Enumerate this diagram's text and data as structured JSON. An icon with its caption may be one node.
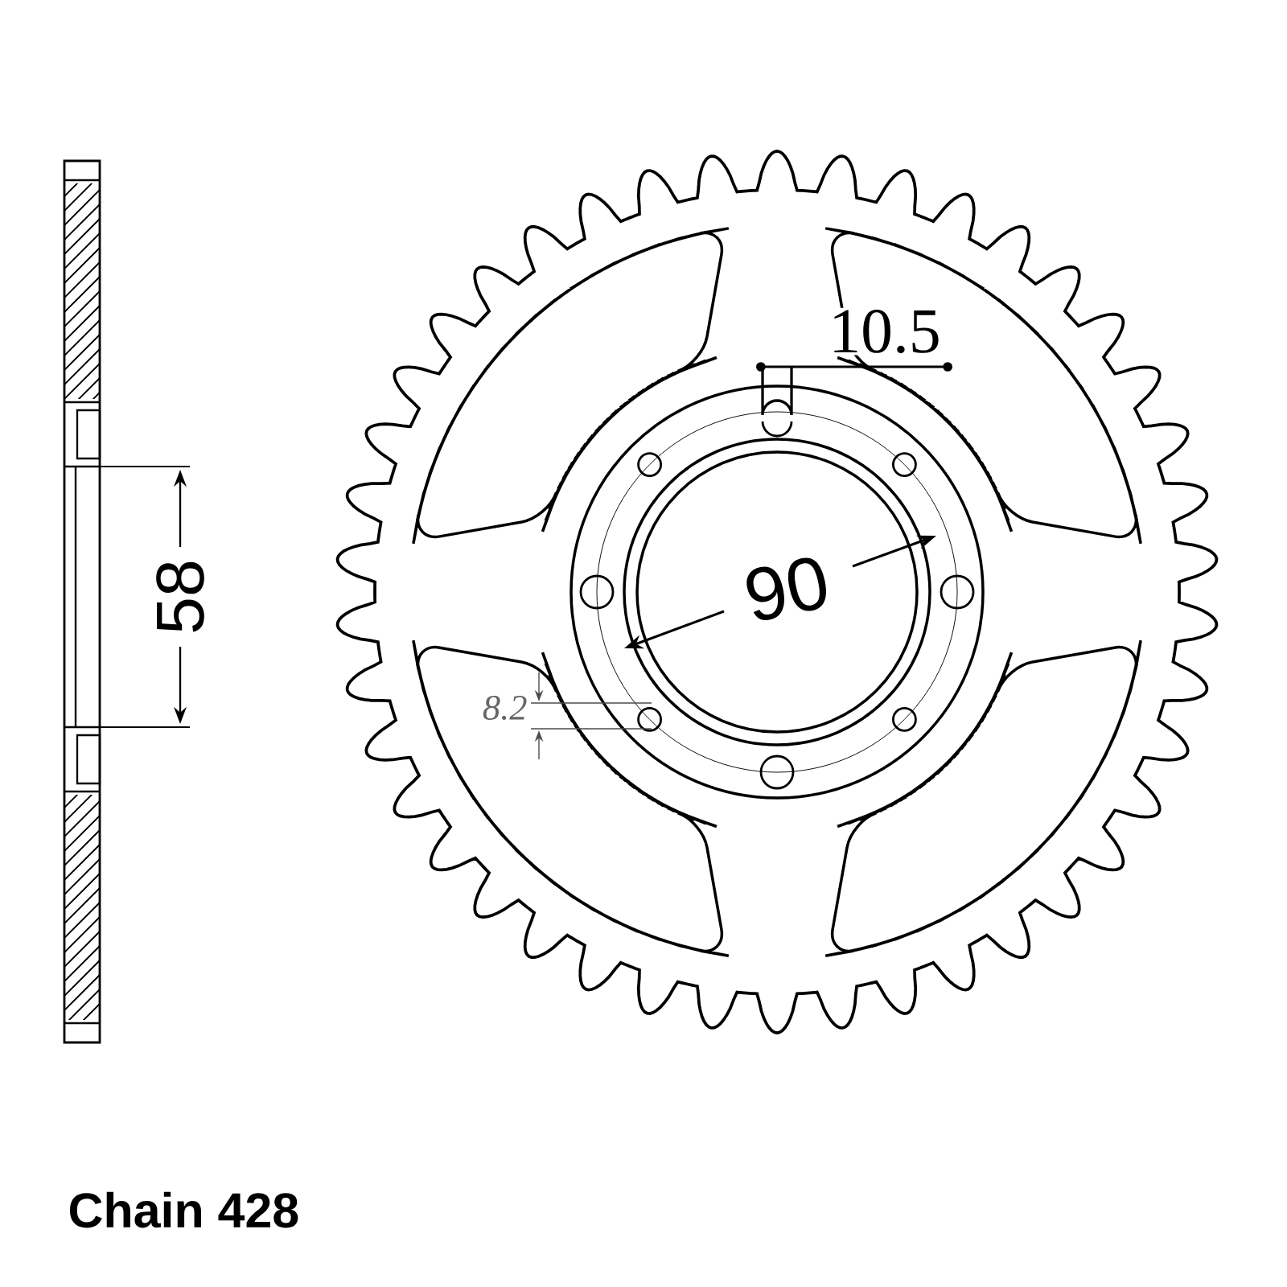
{
  "diagram": {
    "labels": [
      "10.5",
      "90",
      "58",
      "8.2",
      "Chain 428"
    ]
  }
}
